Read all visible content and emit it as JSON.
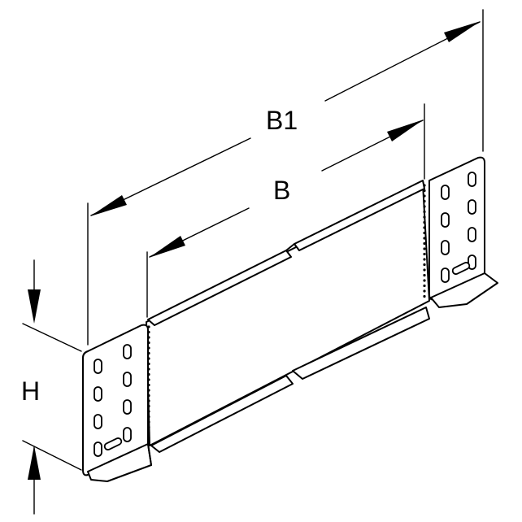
{
  "dimensions": {
    "b1_label": "B1",
    "b_label": "B",
    "h_label": "H"
  }
}
